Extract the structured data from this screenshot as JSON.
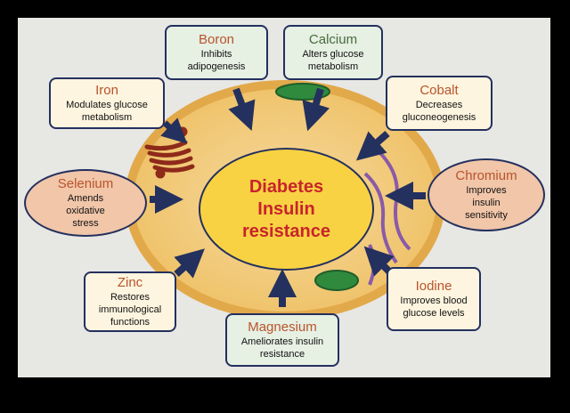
{
  "center": {
    "line1": "Diabetes",
    "line2": "Insulin",
    "line3": "resistance"
  },
  "nodes": {
    "boron": {
      "name": "Boron",
      "l1": "Inhibits",
      "l2": "adipogenesis"
    },
    "calcium": {
      "name": "Calcium",
      "l1": "Alters glucose",
      "l2": "metabolism"
    },
    "iron": {
      "name": "Iron",
      "l1": "Modulates glucose",
      "l2": "metabolism"
    },
    "cobalt": {
      "name": "Cobalt",
      "l1": "Decreases",
      "l2": "gluconeogenesis"
    },
    "selenium": {
      "name": "Selenium",
      "l1": "Amends",
      "l2": "oxidative",
      "l3": "stress"
    },
    "chromium": {
      "name": "Chromium",
      "l1": "Improves",
      "l2": "insulin",
      "l3": "sensitivity"
    },
    "zinc": {
      "name": "Zinc",
      "l1": "Restores",
      "l2": "immunological",
      "l3": "functions"
    },
    "iodine": {
      "name": "Iodine",
      "l1": "Improves blood",
      "l2": "glucose levels"
    },
    "magnesium": {
      "name": "Magnesium",
      "l1": "Ameliorates insulin",
      "l2": "resistance"
    }
  },
  "colors": {
    "arrow": "#24305e",
    "cell": "#eeb84f",
    "nucleus": "#f8d243",
    "title_text": "#c8242b"
  }
}
